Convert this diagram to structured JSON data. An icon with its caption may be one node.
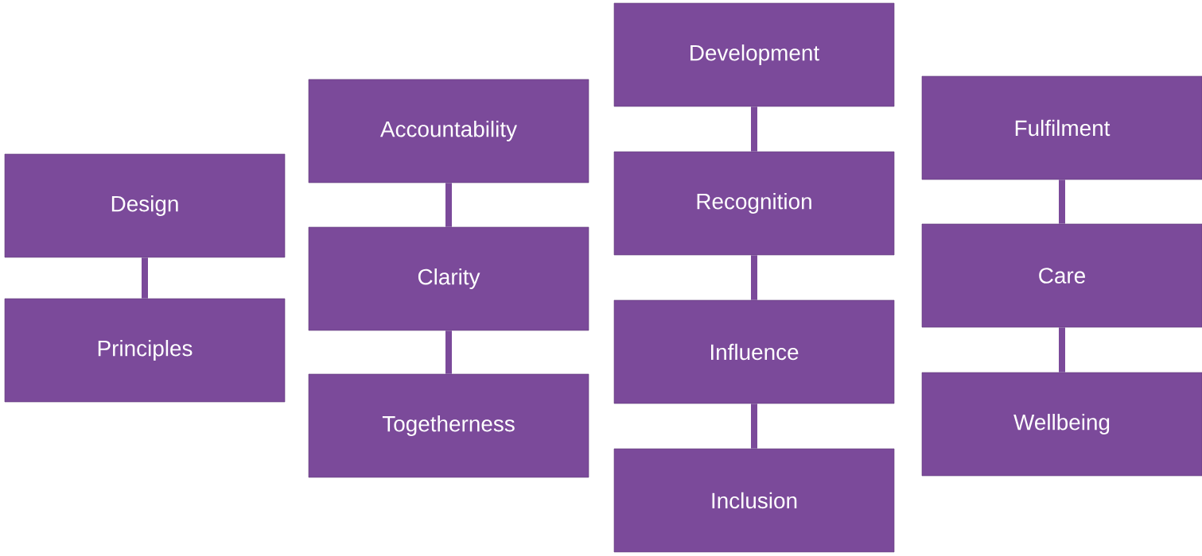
{
  "diagram": {
    "nodes": [
      {
        "text": [
          "Design"
        ]
      },
      {
        "text": [
          "Principles"
        ]
      },
      {
        "text": [
          "Accountability"
        ]
      },
      {
        "text": [
          "Clarity"
        ]
      },
      {
        "text": [
          "Togetherness"
        ]
      },
      {
        "text": [
          "Development"
        ]
      },
      {
        "text": [
          "Recognition"
        ]
      },
      {
        "text": [
          "Influence"
        ]
      },
      {
        "text": [
          "Inclusion"
        ]
      },
      {
        "text": [
          "Fulfilment"
        ]
      },
      {
        "text": [
          "Care"
        ]
      },
      {
        "text": [
          "Wellbeing"
        ]
      }
    ],
    "edges": [
      {
        "from": 0,
        "to": 1,
        "arrow": "none"
      },
      {
        "from": 2,
        "to": 3,
        "arrow": "none"
      },
      {
        "from": 3,
        "to": 4,
        "arrow": "none"
      },
      {
        "from": 5,
        "to": 6,
        "arrow": "none"
      },
      {
        "from": 6,
        "to": 7,
        "arrow": "none"
      },
      {
        "from": 7,
        "to": 8,
        "arrow": "none"
      },
      {
        "from": 9,
        "to": 10,
        "arrow": "none"
      },
      {
        "from": 10,
        "to": 11,
        "arrow": "none"
      }
    ]
  }
}
